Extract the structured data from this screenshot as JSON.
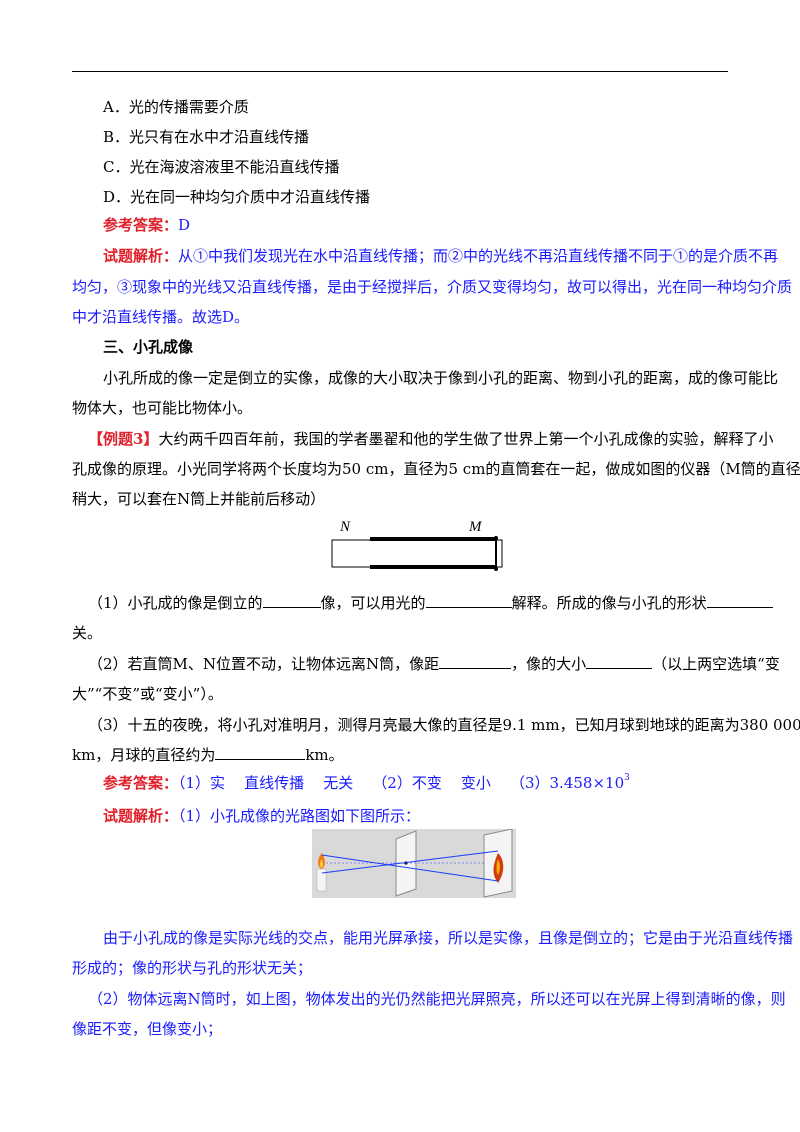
{
  "options": [
    "A．光的传播需要介质",
    "B．光只有在水中才沿直线传播",
    "C．光在海波溶液里不能沿直线传播",
    "D．光在同一种均匀介质中才沿直线传播"
  ],
  "answer1": {
    "label": "参考答案：",
    "value": "D"
  },
  "analysis1": {
    "label": "试题解析：",
    "lines": [
      "从①中我们发现光在水中沿直线传播；而②中的光线不再沿直线传播不同于①的是介质不再",
      "均匀，③现象中的光线又沿直线传播，是由于经搅拌后，介质又变得均匀，故可以得出，光在同一种均匀介质",
      "中才沿直线传播。故选D。"
    ]
  },
  "section": "三、小孔成像",
  "intro": [
    "小孔所成的像一定是倒立的实像，成像的大小取决于像到小孔的距离、物到小孔的距离，成的像可能比",
    "物体大，也可能比物体小。"
  ],
  "example": {
    "tag": "【例题3】",
    "lines": [
      "大约两千四百年前，我国的学者墨翟和他的学生做了世界上第一个小孔成像的实验，解释了小",
      "孔成像的原理。小光同学将两个长度均为50 cm，直径为5 cm的直筒套在一起，做成如图的仪器（M筒的直径",
      "稍大，可以套在N筒上并能前后移动）"
    ]
  },
  "tube_labels": {
    "n": "N",
    "m": "M"
  },
  "q1": {
    "a": "（1）小孔成的像是倒立的",
    "b": "像，可以用光的",
    "c": "解释。所成的像与小孔的形状",
    "d": "关。"
  },
  "q2": {
    "a": "（2）若直筒M、N位置不动，让物体远离N筒，像距",
    "b": "，像的大小",
    "c": "（以上两空选填“变",
    "d": "大”“不变”或“变小”）。"
  },
  "q3": {
    "a": "（3）十五的夜晚，将小孔对准明月，测得月亮最大像的直径是9.1 mm，已知月球到地球的距离为380 000",
    "b": "km，月球的直径约为",
    "c": "km。"
  },
  "answer2": {
    "label": "参考答案：",
    "value": "（1）实    直线传播    无关    （2）不变    变小    （3）3.458×10",
    "exp": "3"
  },
  "analysis2": {
    "label": "试题解析：",
    "value": "（1）小孔成像的光路图如下图所示："
  },
  "explain": [
    "由于小孔成的像是实际光线的交点，能用光屏承接，所以是实像，且像是倒立的；它是由于光沿直线传播",
    "形成的；像的形状与孔的形状无关；",
    "（2）物体远离N筒时，如上图，物体发出的光仍然能把光屏照亮，所以还可以在光屏上得到清晰的像，则",
    "像距不变，但像变小；"
  ]
}
